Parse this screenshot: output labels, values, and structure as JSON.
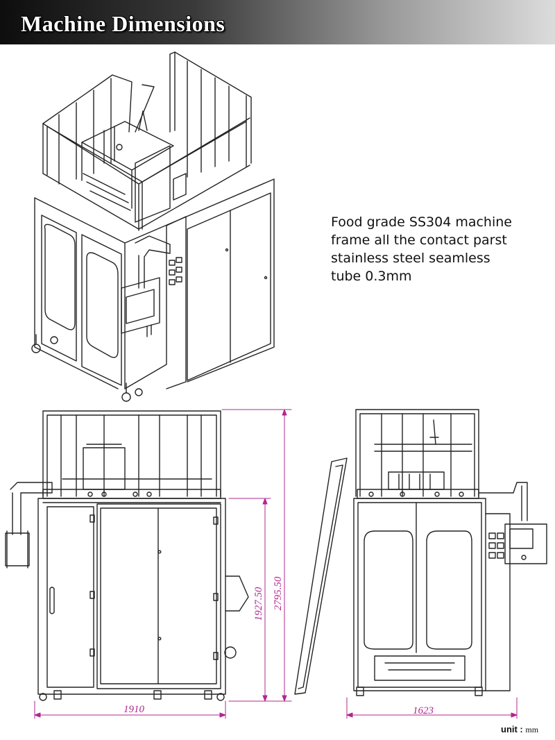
{
  "header": {
    "title": "Machine Dimensions"
  },
  "description": {
    "lines": [
      "Food grade SS304 machine",
      "frame all the contact parst",
      "stainless  steel  seamless",
      "tube 0.3mm"
    ]
  },
  "dimensions": {
    "front_width": "1910",
    "front_height_body": "1927.50",
    "front_height_total": "2795.50",
    "side_width": "1623"
  },
  "unit": {
    "label": "unit :",
    "value": "mm"
  },
  "colors": {
    "dimension_line": "#b0278f",
    "line_art": "#222222"
  }
}
